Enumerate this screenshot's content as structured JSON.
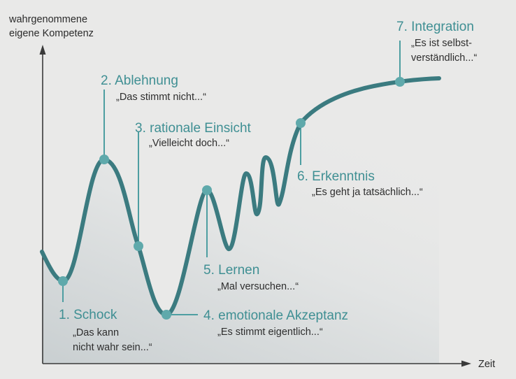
{
  "axes": {
    "y_label": "wahrgenommene\neigene Kompetenz",
    "x_label": "Zeit"
  },
  "phases": [
    {
      "title": "1. Schock",
      "quote": "„Das kann\nnicht wahr sein...“"
    },
    {
      "title": "2. Ablehnung",
      "quote": "„Das stimmt nicht...“"
    },
    {
      "title": "3. rationale Einsicht",
      "quote": "„Vielleicht doch...“"
    },
    {
      "title": "4. emotionale Akzeptanz",
      "quote": "„Es stimmt eigentlich...“"
    },
    {
      "title": "5. Lernen",
      "quote": "„Mal versuchen...“"
    },
    {
      "title": "6. Erkenntnis",
      "quote": "„Es geht ja tatsächlich...“"
    },
    {
      "title": "7. Integration",
      "quote": "„Es ist selbst-\nverständlich...“"
    }
  ],
  "colors": {
    "curve": "#3b7b80",
    "marker": "#5fa9ab",
    "title": "#3f8f93",
    "axis": "#3a3a3a"
  }
}
